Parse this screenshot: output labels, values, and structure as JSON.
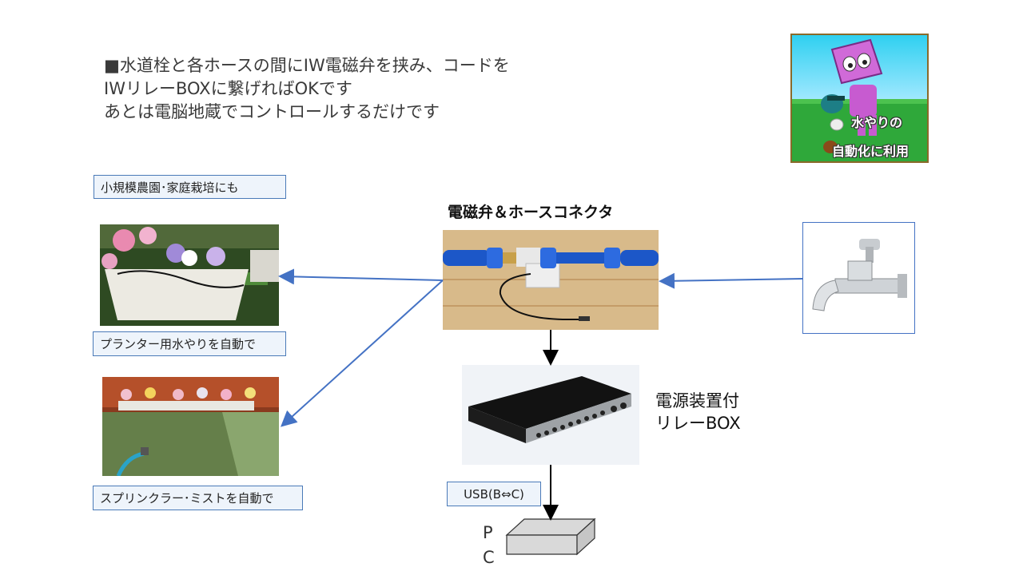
{
  "intro": {
    "line1": "■水道栓と各ホースの間にIW電磁弁を挟み、コードを",
    "line2": "IWリレーBOXに繋げればOKです",
    "line3": "あとは電脳地蔵でコントロールするだけです"
  },
  "badge": {
    "line1": "水やりの",
    "line2": "自動化に利用"
  },
  "labels": {
    "small_farm": "小規模農園･家庭栽培にも",
    "planter": "プランター用水やりを自動で",
    "sprinkler": "スプリンクラー･ミストを自動で",
    "valve_title": "電磁弁＆ホースコネクタ",
    "relay_line1": "電源装置付",
    "relay_line2": "リレーBOX",
    "usb": "USB(B⇔C)",
    "pc_p": "P",
    "pc_c": "C"
  },
  "colors": {
    "arrow_blue": "#4472c4",
    "arrow_black": "#000000",
    "label_border": "#4a7ab8"
  }
}
